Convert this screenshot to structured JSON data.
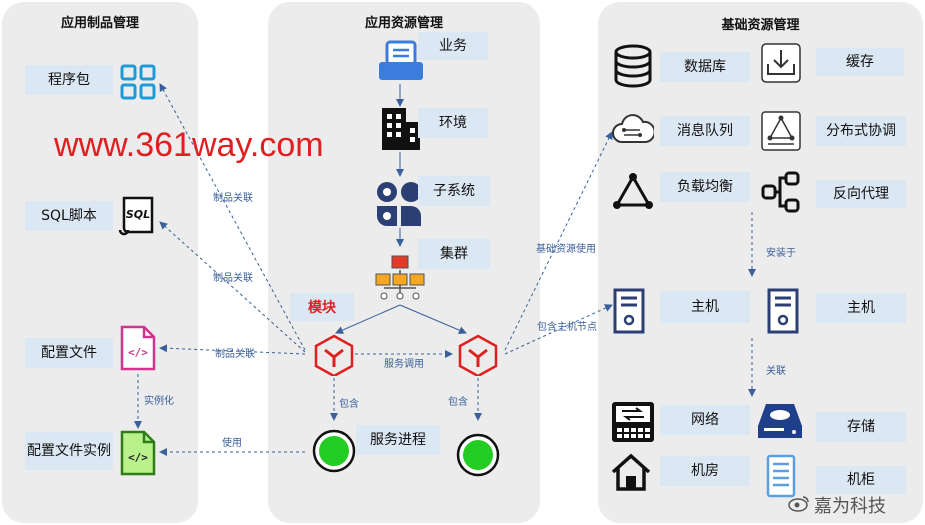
{
  "panels": {
    "artifact": "应用制品管理",
    "resource": "应用资源管理",
    "infra": "基础资源管理"
  },
  "artifact_items": {
    "package": "程序包",
    "sql": "SQL脚本",
    "config": "配置文件",
    "config_instance": "配置文件实例"
  },
  "resource_items": {
    "business": "业务",
    "environment": "环境",
    "subsystem": "子系统",
    "cluster": "集群",
    "module": "模块",
    "process": "服务进程"
  },
  "infra_items": {
    "database": "数据库",
    "cache": "缓存",
    "mq": "消息队列",
    "coordination": "分布式协调",
    "lb": "负载均衡",
    "proxy": "反向代理",
    "host1": "主机",
    "host2": "主机",
    "network": "网络",
    "storage": "存储",
    "datacenter": "机房",
    "cabinet": "机柜"
  },
  "edge_labels": {
    "rel1": "制品关联",
    "rel2": "制品关联",
    "rel3": "制品关联",
    "instantiate": "实例化",
    "use": "使用",
    "contain1": "包含",
    "contain2": "包含",
    "service_call": "服务调用",
    "infra_use": "基础资源使用",
    "host_node": "包含主机节点",
    "install": "安装于",
    "associate": "关联"
  },
  "watermark": "www.361way.com",
  "brand": "嘉为科技",
  "colors": {
    "panel": "#ececec",
    "box": "#dbe7f3",
    "icon_blue": "#1e9bd7",
    "module_red": "#e02020",
    "process_green": "#22cc22",
    "arrow": "#3a5f9a"
  }
}
